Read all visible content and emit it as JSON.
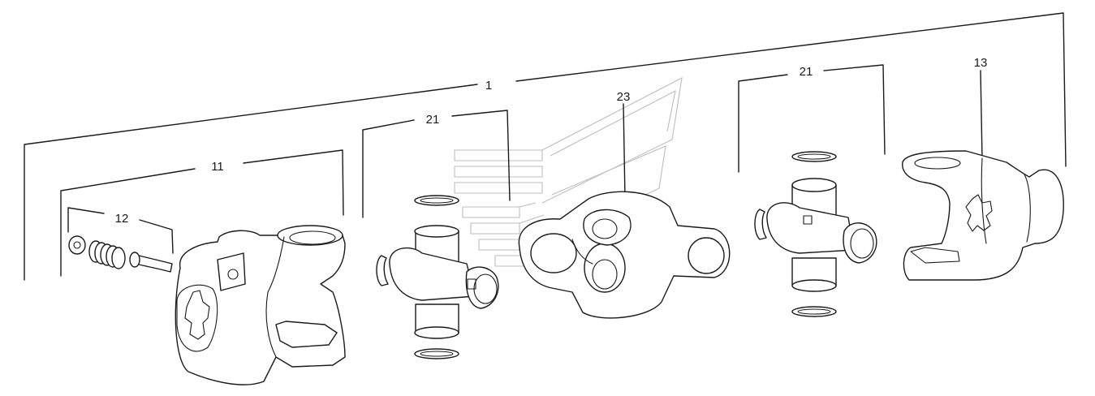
{
  "callouts": [
    {
      "id": "c1",
      "label": "1"
    },
    {
      "id": "c11",
      "label": "11"
    },
    {
      "id": "c12",
      "label": "12"
    },
    {
      "id": "c13",
      "label": "13"
    },
    {
      "id": "c21a",
      "label": "21"
    },
    {
      "id": "c21b",
      "label": "21"
    },
    {
      "id": "c23",
      "label": "23"
    }
  ]
}
